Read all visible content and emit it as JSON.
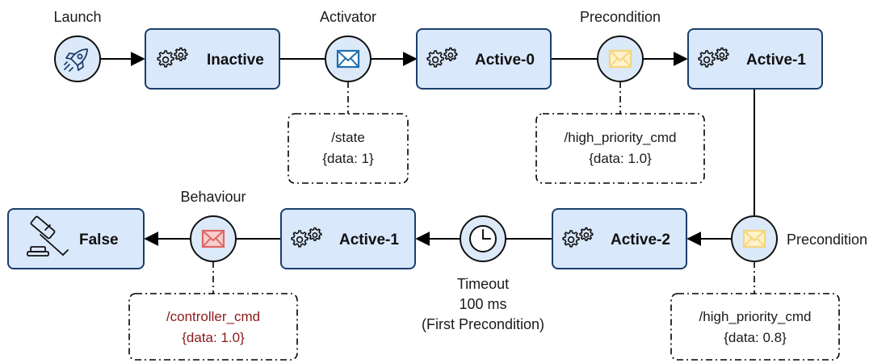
{
  "labels": {
    "launch": "Launch",
    "activator": "Activator",
    "precondition_top": "Precondition",
    "precondition_right": "Precondition",
    "behaviour": "Behaviour",
    "timeout_1": "Timeout",
    "timeout_2": "100 ms",
    "timeout_3": "(First Precondition)"
  },
  "states": {
    "inactive": "Inactive",
    "active0": "Active-0",
    "active1_top": "Active-1",
    "active2": "Active-2",
    "active1_bottom": "Active-1",
    "false": "False"
  },
  "notes": {
    "state_topic": "/state",
    "state_data": "{data: 1}",
    "hp1_topic": "/high_priority_cmd",
    "hp1_data": "{data: 1.0}",
    "hp2_topic": "/high_priority_cmd",
    "hp2_data": "{data: 0.8}",
    "ctrl_topic": "/controller_cmd",
    "ctrl_data": "{data: 1.0}"
  },
  "colors": {
    "state_fill": "#dae8fc",
    "state_stroke": "#1a3e6b",
    "circle_fill": "#dce9f8",
    "envelope_blue": "#1f6fb2",
    "envelope_yellow": "#f5d67a",
    "envelope_red": "#e06666",
    "note_red_text": "#8b1a1a"
  },
  "icons": {
    "launch": "rocket-icon",
    "states": "gears-icon",
    "activator": "envelope-icon",
    "precondition": "envelope-icon",
    "behaviour": "envelope-icon",
    "timeout": "clock-icon",
    "false": "gavel-icon"
  }
}
